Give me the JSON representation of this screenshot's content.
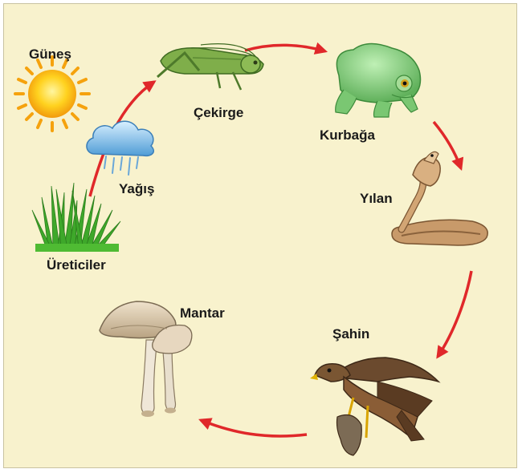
{
  "labels": {
    "sun": "Güneş",
    "grasshopper": "Çekirge",
    "frog": "Kurbağa",
    "rain": "Yağış",
    "snake": "Yılan",
    "producers": "Üreticiler",
    "mushroom": "Mantar",
    "hawk": "Şahin"
  },
  "colors": {
    "background": "#f8f2cd",
    "arrow": "#e0282a"
  },
  "nodes": [
    {
      "id": "producers",
      "icon": "grass-icon"
    },
    {
      "id": "rain",
      "icon": "rain-cloud-icon"
    },
    {
      "id": "sun",
      "icon": "sun-icon"
    },
    {
      "id": "grasshopper",
      "icon": "grasshopper-icon"
    },
    {
      "id": "frog",
      "icon": "frog-icon"
    },
    {
      "id": "snake",
      "icon": "snake-icon"
    },
    {
      "id": "hawk",
      "icon": "hawk-icon"
    },
    {
      "id": "mushroom",
      "icon": "mushroom-icon"
    }
  ],
  "flow": [
    [
      "producers",
      "grasshopper"
    ],
    [
      "grasshopper",
      "frog"
    ],
    [
      "frog",
      "snake"
    ],
    [
      "snake",
      "hawk"
    ],
    [
      "hawk",
      "mushroom"
    ]
  ]
}
